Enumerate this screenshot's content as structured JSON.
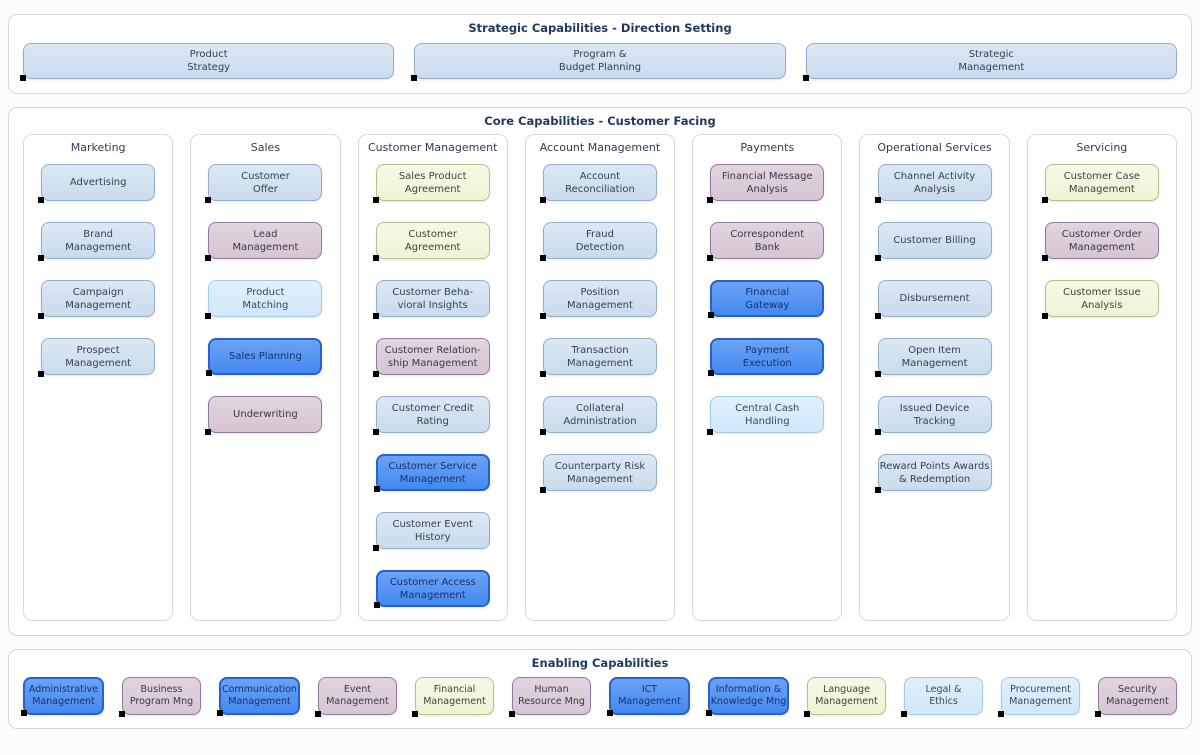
{
  "colors": {
    "blue": {
      "fill": "#cadbec",
      "fill2": "#dce8f4",
      "border": "#93aec9",
      "text": "#33405a"
    },
    "bright": {
      "fill": "#4489f0",
      "fill2": "#6aa3f6",
      "border": "#2a5fd0",
      "text": "#17306b"
    },
    "mauve": {
      "fill": "#d6c5d2",
      "fill2": "#e2d5de",
      "border": "#8d7ba2",
      "text": "#3c3648"
    },
    "green": {
      "fill": "#edf5d6",
      "fill2": "#f5f9e6",
      "border": "#b2c288",
      "text": "#3d4435"
    },
    "pale": {
      "fill": "#d0e7fa",
      "fill2": "#e1f0fc",
      "border": "#a3cbe9",
      "text": "#334a5e"
    }
  },
  "strategic": {
    "title": "Strategic Capabilities - Direction Setting",
    "items": [
      {
        "label": "Product\nStrategy",
        "color": "blue"
      },
      {
        "label": "Program &\nBudget Planning",
        "color": "blue"
      },
      {
        "label": "Strategic\nManagement",
        "color": "blue"
      }
    ]
  },
  "core": {
    "title": "Core Capabilities - Customer Facing",
    "columns": [
      {
        "header": "Marketing",
        "items": [
          {
            "label": "Advertising",
            "color": "blue"
          },
          {
            "label": "Brand\nManagement",
            "color": "blue"
          },
          {
            "label": "Campaign\nManagement",
            "color": "blue"
          },
          {
            "label": "Prospect\nManagement",
            "color": "blue"
          }
        ]
      },
      {
        "header": "Sales",
        "items": [
          {
            "label": "Customer\nOffer",
            "color": "blue"
          },
          {
            "label": "Lead\nManagement",
            "color": "mauve"
          },
          {
            "label": "Product\nMatching",
            "color": "pale"
          },
          {
            "label": "Sales Planning",
            "color": "bright"
          },
          {
            "label": "Underwriting",
            "color": "mauve"
          }
        ]
      },
      {
        "header": "Customer Management",
        "items": [
          {
            "label": "Sales Product\nAgreement",
            "color": "green"
          },
          {
            "label": "Customer\nAgreement",
            "color": "green"
          },
          {
            "label": "Customer Beha-\nvioral Insights",
            "color": "blue"
          },
          {
            "label": "Customer Relation-\nship Management",
            "color": "mauve"
          },
          {
            "label": "Customer Credit\nRating",
            "color": "blue"
          },
          {
            "label": "Customer Service\nManagement",
            "color": "bright"
          },
          {
            "label": "Customer Event\nHistory",
            "color": "blue"
          },
          {
            "label": "Customer Access\nManagement",
            "color": "bright"
          }
        ]
      },
      {
        "header": "Account Management",
        "items": [
          {
            "label": "Account\nReconciliation",
            "color": "blue"
          },
          {
            "label": "Fraud\nDetection",
            "color": "blue"
          },
          {
            "label": "Position\nManagement",
            "color": "blue"
          },
          {
            "label": "Transaction\nManagement",
            "color": "blue"
          },
          {
            "label": "Collateral\nAdministration",
            "color": "blue"
          },
          {
            "label": "Counterparty Risk\nManagement",
            "color": "blue"
          }
        ]
      },
      {
        "header": "Payments",
        "items": [
          {
            "label": "Financial Message\nAnalysis",
            "color": "mauve"
          },
          {
            "label": "Correspondent\nBank",
            "color": "mauve"
          },
          {
            "label": "Financial\nGateway",
            "color": "bright"
          },
          {
            "label": "Payment\nExecution",
            "color": "bright"
          },
          {
            "label": "Central Cash\nHandling",
            "color": "pale"
          }
        ]
      },
      {
        "header": "Operational Services",
        "items": [
          {
            "label": "Channel Activity\nAnalysis",
            "color": "blue"
          },
          {
            "label": "Customer Billing",
            "color": "blue"
          },
          {
            "label": "Disbursement",
            "color": "blue"
          },
          {
            "label": "Open Item\nManagement",
            "color": "blue"
          },
          {
            "label": "Issued Device\nTracking",
            "color": "blue"
          },
          {
            "label": "Reward Points Awards\n& Redemption",
            "color": "blue"
          }
        ]
      },
      {
        "header": "Servicing",
        "items": [
          {
            "label": "Customer Case\nManagement",
            "color": "green"
          },
          {
            "label": "Customer Order\nManagement",
            "color": "mauve"
          },
          {
            "label": "Customer Issue\nAnalysis",
            "color": "green"
          }
        ]
      }
    ]
  },
  "enabling": {
    "title": "Enabling Capabilities",
    "items": [
      {
        "label": "Administrative\nManagement",
        "color": "bright"
      },
      {
        "label": "Business\nProgram Mng",
        "color": "mauve"
      },
      {
        "label": "Communication\nManagement",
        "color": "bright"
      },
      {
        "label": "Event\nManagement",
        "color": "mauve"
      },
      {
        "label": "Financial\nManagement",
        "color": "green"
      },
      {
        "label": "Human\nResource Mng",
        "color": "mauve"
      },
      {
        "label": "ICT\nManagement",
        "color": "bright"
      },
      {
        "label": "Information &\nKnowledge Mng",
        "color": "bright"
      },
      {
        "label": "Language\nManagement",
        "color": "green"
      },
      {
        "label": "Legal &\nEthics",
        "color": "pale"
      },
      {
        "label": "Procurement\nManagement",
        "color": "pale"
      },
      {
        "label": "Security\nManagement",
        "color": "mauve"
      }
    ]
  }
}
